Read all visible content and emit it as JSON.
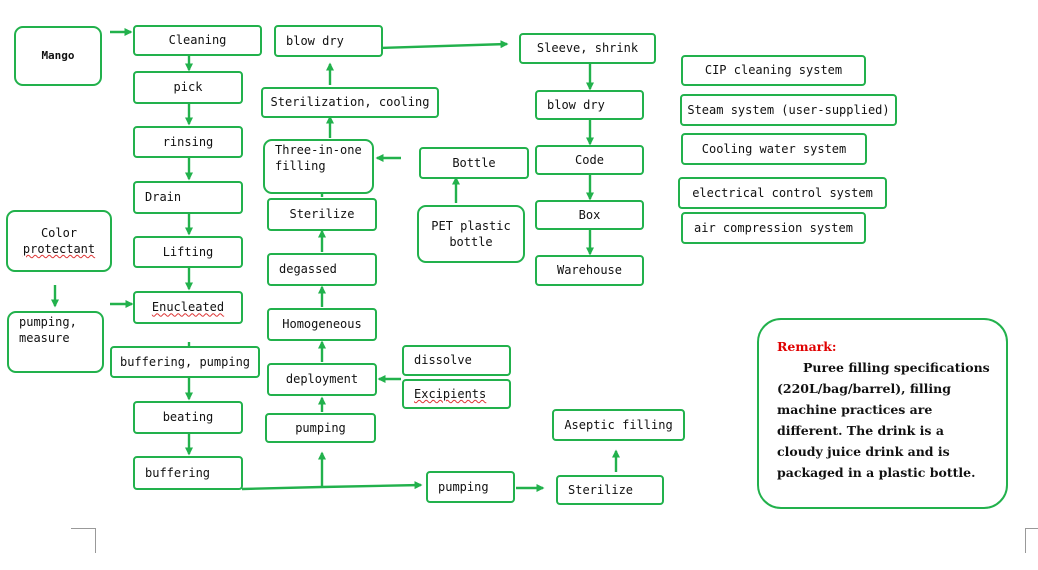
{
  "nodes": {
    "mango": "Mango",
    "cleaning": "Cleaning",
    "pick": "pick",
    "rinsing": "rinsing",
    "drain": "Drain",
    "lifting": "Lifting",
    "enucleated": "Enucleated",
    "buffering_pumping": "buffering, pumping",
    "beating": "beating",
    "buffering": "buffering",
    "color_protectant": "Color protectant",
    "color_protectant_line1": "Color",
    "color_protectant_line2": "protectant",
    "pumping_measure": "pumping, measure",
    "pumping_measure_line1": "pumping,",
    "pumping_measure_line2": "measure",
    "blow_dry_1": "blow dry",
    "sterilization_cooling": "Sterilization, cooling",
    "three_in_one_filling": "Three-in-one filling",
    "three_in_one_line1": "Three-in-one",
    "three_in_one_line2": "filling",
    "sterilize_1": "Sterilize",
    "degassed": "degassed",
    "homogeneous": "Homogeneous",
    "deployment": "deployment",
    "pumping_1": "pumping",
    "dissolve": "dissolve",
    "excipients": "Excipients",
    "bottle": "Bottle",
    "pet_plastic_bottle": "PET plastic bottle",
    "pet_line1": "PET plastic",
    "pet_line2": "bottle",
    "sleeve_shrink": "Sleeve, shrink",
    "blow_dry_2": "blow dry",
    "code": "Code",
    "box": "Box",
    "warehouse": "Warehouse",
    "pumping_2": "pumping",
    "sterilize_2": "Sterilize",
    "aseptic_filling": "Aseptic filling"
  },
  "systems": [
    "CIP cleaning system",
    "Steam system (user-supplied)",
    "Cooling water system",
    "electrical control system",
    "air compression system"
  ],
  "remark": {
    "title": "Remark:",
    "body": "Puree filling specifications (220L/bag/barrel), filling machine practices are different. The drink is a cloudy juice drink and is packaged in a plastic bottle."
  },
  "colors": {
    "stroke": "#22b14c",
    "remark_title": "#e00000"
  }
}
